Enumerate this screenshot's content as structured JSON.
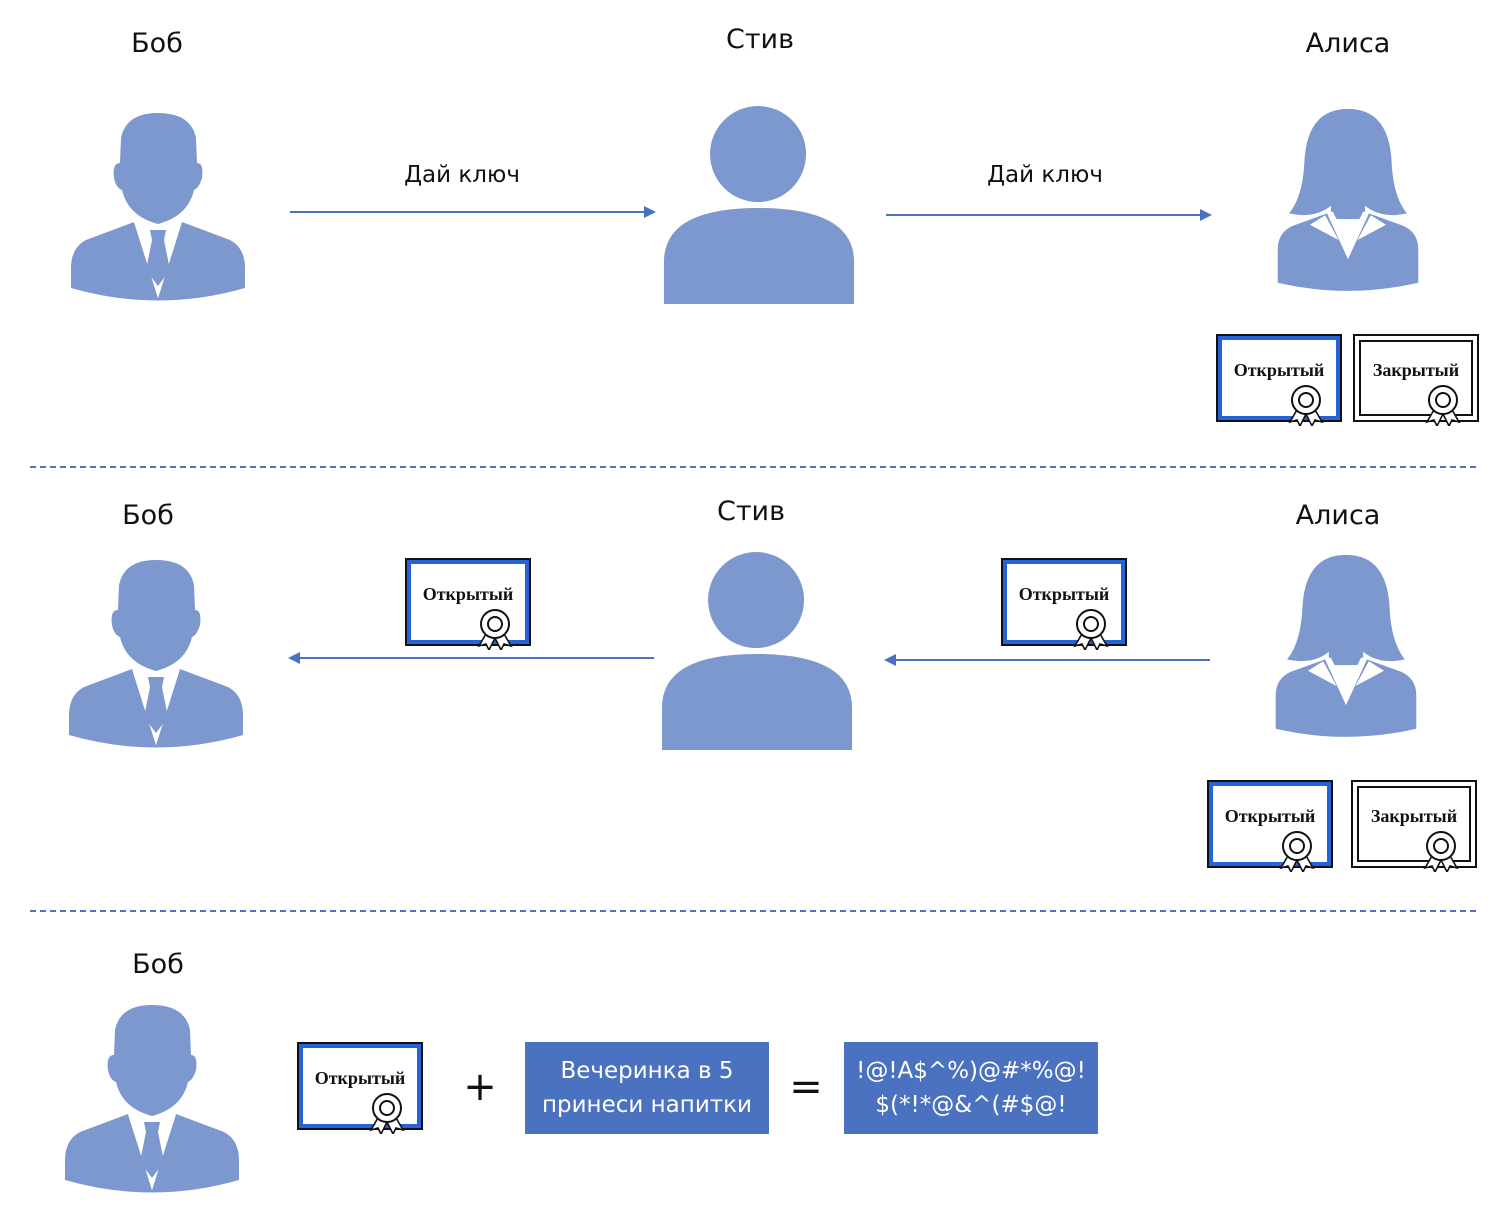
{
  "colors": {
    "figure": "#7d97cf",
    "arrow": "#4a72c0",
    "cert_border": "#2563d9",
    "box": "#4a72c0"
  },
  "names": {
    "bob": "Боб",
    "steve": "Стив",
    "alice": "Алиса"
  },
  "messages": {
    "give_key": "Дай ключ"
  },
  "cert_labels": {
    "public": "Открытый",
    "private": "Закрытый"
  },
  "equation": {
    "plus": "+",
    "equals": "=",
    "plaintext_line1": "Вечеринка в 5",
    "plaintext_line2": "принеси напитки",
    "ciphertext_line1": "!@!A$^%)@#*%@!",
    "ciphertext_line2": "$(*!*@&^(#$@!"
  },
  "icons": [
    "man-icon",
    "person-icon",
    "woman-icon",
    "certificate-icon",
    "seal-icon",
    "arrow-right-icon",
    "arrow-left-icon"
  ]
}
